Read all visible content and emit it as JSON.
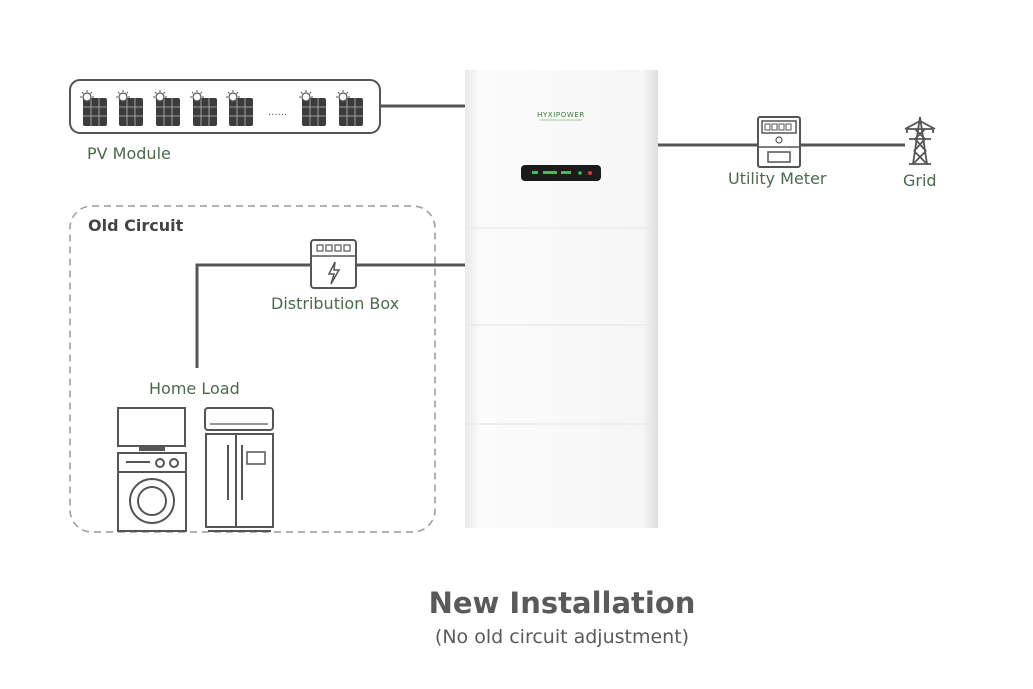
{
  "labels": {
    "pv_module": "PV Module",
    "old_circuit": "Old Circuit",
    "distribution_box": "Distribution Box",
    "home_load": "Home Load",
    "utility_meter": "Utility Meter",
    "grid": "Grid"
  },
  "brand_text": "HYXIPOWER",
  "pv_gap_marker": "......",
  "heading": {
    "title": "New Installation",
    "subtitle": "(No old circuit adjustment)"
  },
  "colors": {
    "label_green": "#4b6a4a",
    "line_gray": "#555555",
    "cabinet": "#f7f7f7",
    "display_green": "#3bbf5a"
  },
  "icons": [
    "solar-panel-icon",
    "distribution-box-icon",
    "tv-icon",
    "washing-machine-icon",
    "refrigerator-icon",
    "air-conditioner-icon",
    "utility-meter-icon",
    "transmission-tower-icon"
  ]
}
